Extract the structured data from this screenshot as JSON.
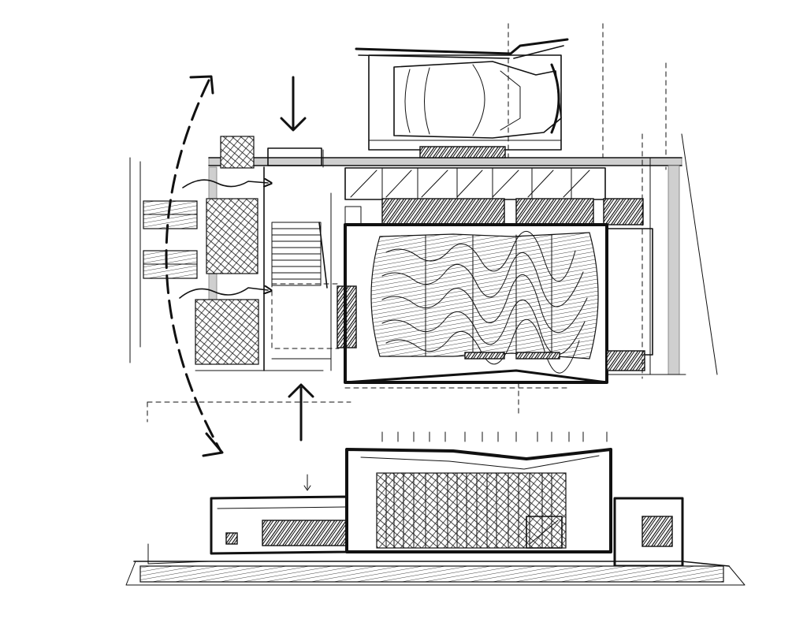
{
  "drawing": {
    "kind": "architectural sketch",
    "views": [
      "plan",
      "elevation"
    ],
    "ink_color": "#111111",
    "paper_color": "#ffffff",
    "shading_color": "#cfcfcf"
  },
  "icons": {
    "arrow_in_top": "arrow-down",
    "arrow_in_bottom": "arrow-up",
    "arrow_curved": "double-headed-curved-arrow",
    "flow_arrows": "wavy-arrow"
  }
}
